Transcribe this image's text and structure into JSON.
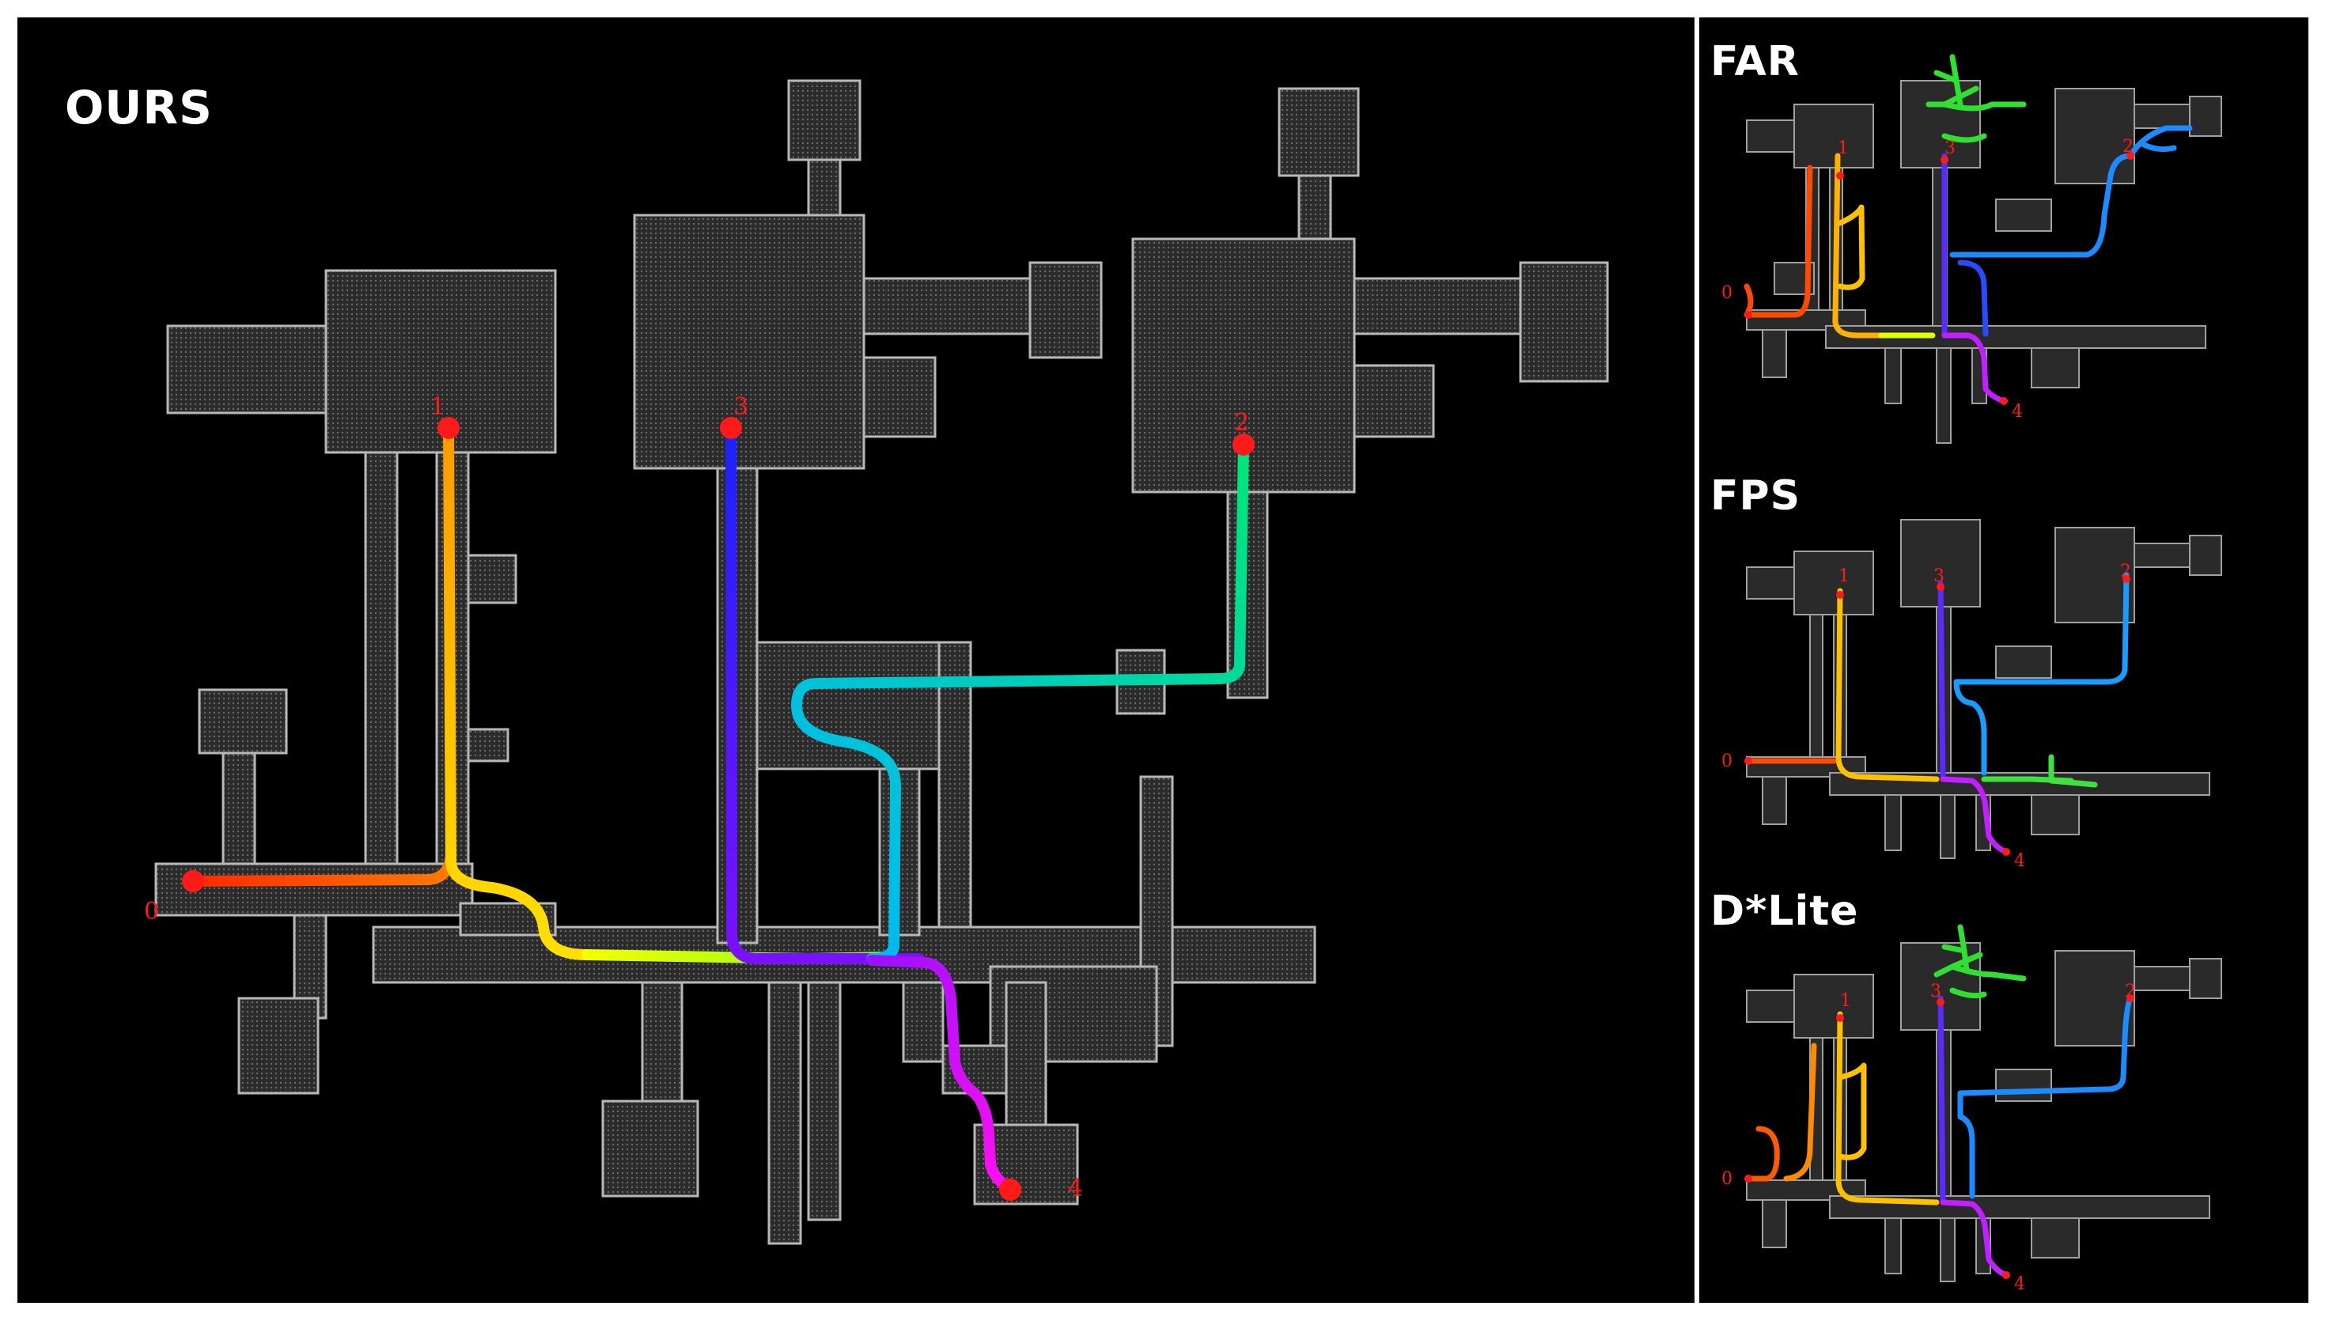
{
  "panels": {
    "main": {
      "title": "OURS"
    },
    "far": {
      "title": "FAR"
    },
    "fps": {
      "title": "FPS"
    },
    "dstar": {
      "title": "D*Lite"
    }
  },
  "waypoints": [
    "0",
    "1",
    "2",
    "3",
    "4"
  ],
  "colors": {
    "background": "#000000",
    "map_structure": "#9a9a9a",
    "waypoint": "#ff1a1a",
    "seg_0_1": [
      "#ff2a00",
      "#ff8c00"
    ],
    "seg_1_to_junction": [
      "#ffb000",
      "#a8ff00"
    ],
    "seg_3": [
      "#2a2aff",
      "#8a00ff"
    ],
    "seg_2": [
      "#00e878",
      "#00b4ff"
    ],
    "seg_4": [
      "#b000ff",
      "#ff00ff"
    ]
  },
  "icons": [
    "waypoint-marker"
  ]
}
